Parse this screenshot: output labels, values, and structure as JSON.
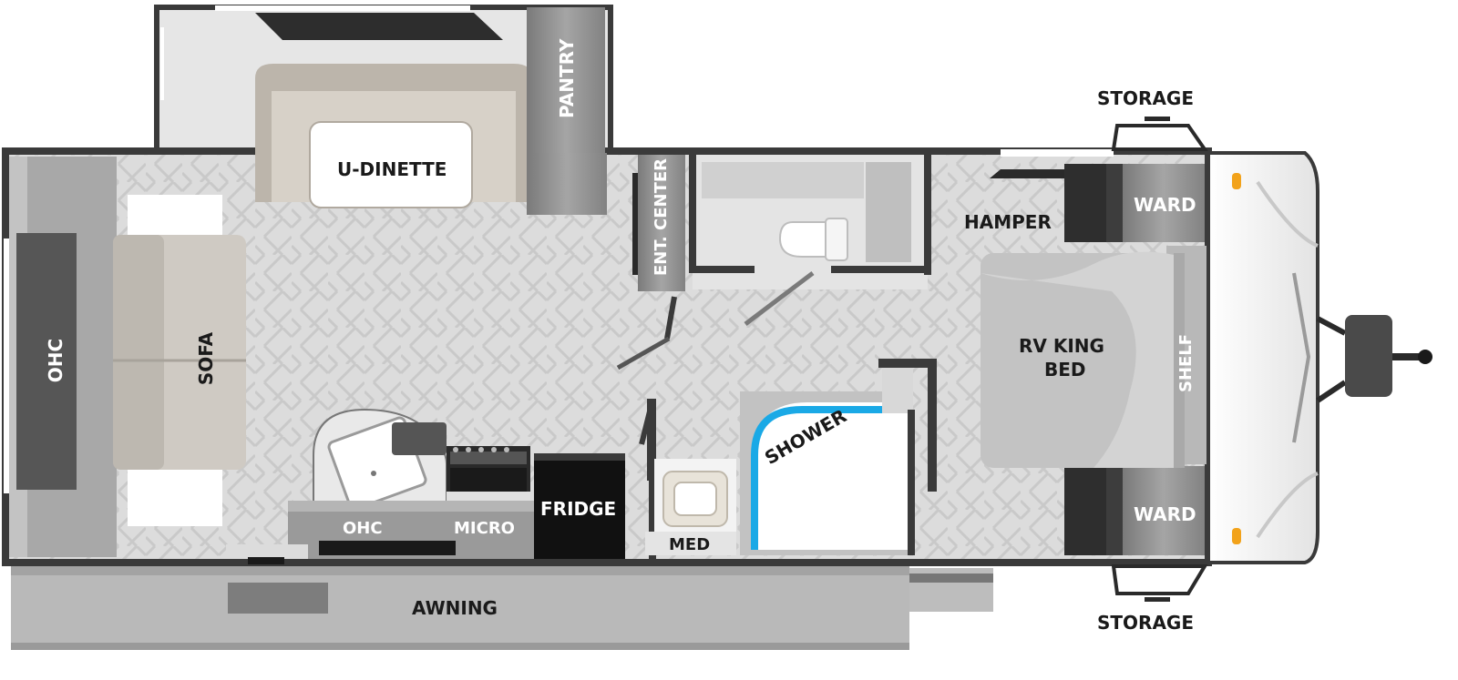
{
  "floorplan": {
    "labels": {
      "u_dinette": "U-DINETTE",
      "pantry": "PANTRY",
      "ent_center": "ENT. CENTER",
      "sofa": "SOFA",
      "ohc_left": "OHC",
      "ohc_kitchen": "OHC",
      "micro": "MICRO",
      "fridge": "FRIDGE",
      "med": "MED",
      "shower": "SHOWER",
      "hamper": "HAMPER",
      "ward_top": "WARD",
      "ward_bottom": "WARD",
      "bed_line1": "RV KING",
      "bed_line2": "BED",
      "shelf": "SHELF",
      "storage_top": "STORAGE",
      "storage_bottom": "STORAGE",
      "awning": "AWNING"
    },
    "colors": {
      "wall": "#3a3a3a",
      "floor": "#d9d9d9",
      "herringbone": "#c8c8c8",
      "wood": "#8c8c8c",
      "cabinet": "#2b2b2b",
      "fridge": "#111111",
      "shower_accent": "#1aa9e6",
      "awning": "#b3b3b3",
      "cap": "#f2f2f2",
      "marker": "#f2a21a"
    }
  }
}
